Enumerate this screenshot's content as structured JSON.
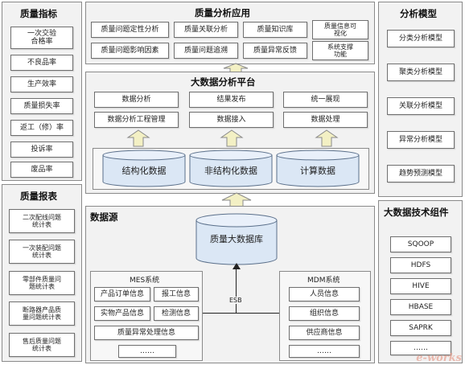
{
  "quality_indicators": {
    "title": "质量指标",
    "items": [
      "一次交验\n合格率",
      "不良品率",
      "生产效率",
      "质量损失率",
      "返工（修）率",
      "投诉率",
      "废品率"
    ]
  },
  "quality_reports": {
    "title": "质量报表",
    "items": [
      "二次配线问题\n统计表",
      "一次装配问题\n统计表",
      "零部件质量问\n题统计表",
      "断路器产品质\n量问题统计表",
      "售后质量问题\n统计表"
    ]
  },
  "quality_apps": {
    "title": "质量分析应用",
    "items": [
      "质量问题定性分析",
      "质量关联分析",
      "质量知识库",
      "质量信息可\n视化",
      "质量问题影响因素",
      "质量问题追溯",
      "质量异常反馈",
      "系统支撑\n功能"
    ]
  },
  "bigdata_platform": {
    "title": "大数据分析平台",
    "items": [
      "数据分析",
      "结果发布",
      "统一展现",
      "数据分析工程管理",
      "数据接入",
      "数据处理"
    ],
    "cylinders": [
      "结构化数据",
      "非结构化数据",
      "计算数据"
    ]
  },
  "analysis_models": {
    "title": "分析模型",
    "items": [
      "分类分析模型",
      "聚类分析模型",
      "关联分析模型",
      "异常分析模型",
      "趋势预测模型"
    ]
  },
  "data_source": {
    "title": "数据源",
    "db": "质量大数据库",
    "esb": "ESB",
    "mes": {
      "title": "MES系统",
      "items": [
        "产品订单信息",
        "报工信息",
        "实物产品信息",
        "检测信息",
        "质量异常处理信息",
        "……"
      ]
    },
    "mdm": {
      "title": "MDM系统",
      "items": [
        "人员信息",
        "组织信息",
        "供应商信息",
        "……"
      ]
    }
  },
  "tech_components": {
    "title": "大数据技术组件",
    "items": [
      "SQOOP",
      "HDFS",
      "HIVE",
      "HBASE",
      "SAPRK",
      "……"
    ]
  },
  "watermark": "e-works",
  "colors": {
    "panel": "#f2f2f2",
    "border": "#8a8a8a",
    "cylinder": "#dbe7f5",
    "arrow": "#f3f0c4"
  }
}
